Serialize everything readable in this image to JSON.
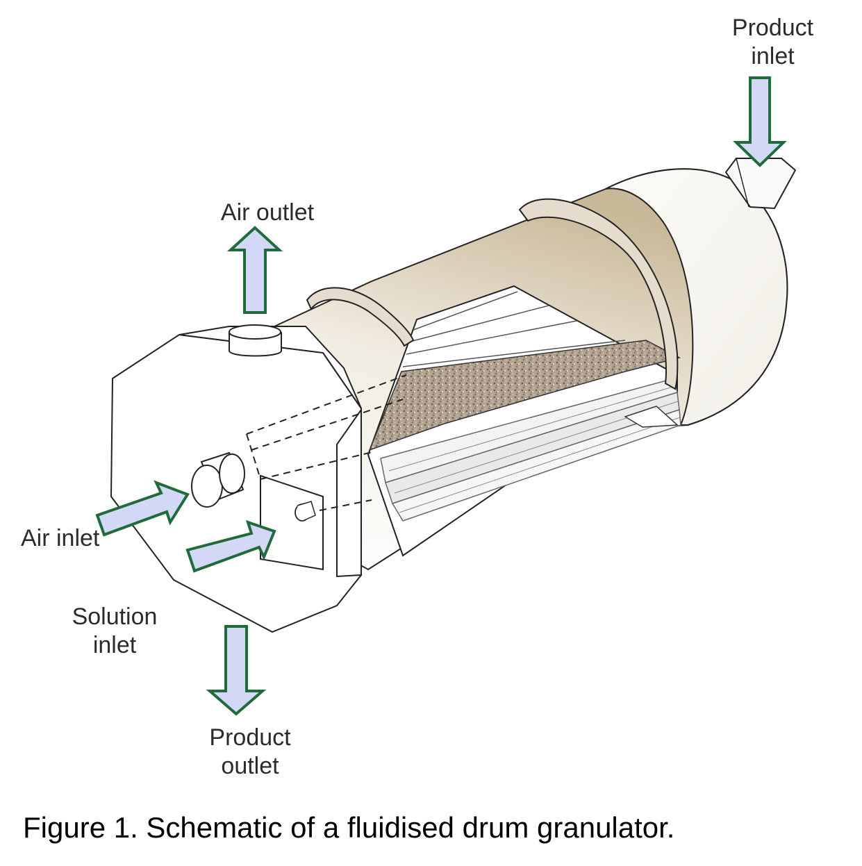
{
  "labels": {
    "product_inlet": [
      "Product",
      "inlet"
    ],
    "air_outlet": "Air outlet",
    "air_inlet": "Air inlet",
    "solution_inlet": [
      "Solution",
      "inlet"
    ],
    "product_outlet": [
      "Product",
      "outlet"
    ]
  },
  "caption": "Figure 1. Schematic of a fluidised drum granulator.",
  "colors": {
    "arrow_fill": "#d4d8f7",
    "arrow_stroke": "#1f6b3a",
    "drum_shade": "#c8b89a",
    "bed": "#9c8a78"
  }
}
